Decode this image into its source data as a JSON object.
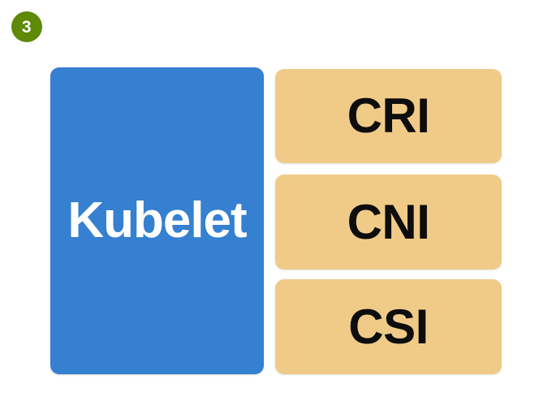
{
  "slide": {
    "background_color": "#ffffff",
    "step_badge": {
      "number": "3",
      "fill_color": "#5E8A07",
      "text_color": "#ffffff"
    },
    "primary_component": {
      "label": "Kubelet",
      "fill_color": "#3580D0",
      "text_color": "#ffffff"
    },
    "plugin_interfaces": [
      {
        "label": "CRI",
        "fill_color": "#F0CB88",
        "text_color": "#0d0d0d"
      },
      {
        "label": "CNI",
        "fill_color": "#F0CB88",
        "text_color": "#0d0d0d"
      },
      {
        "label": "CSI",
        "fill_color": "#F0CB88",
        "text_color": "#0d0d0d"
      }
    ]
  }
}
